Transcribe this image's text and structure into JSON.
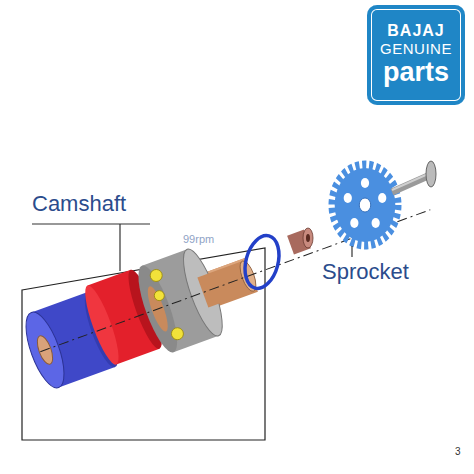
{
  "diagram": {
    "nodes": [
      {
        "text": [
          "BAJAJ",
          "GENUINE",
          "parts"
        ]
      }
    ],
    "labels": [
      "Camshaft",
      "Sprocket",
      "99rpm",
      "3"
    ]
  }
}
